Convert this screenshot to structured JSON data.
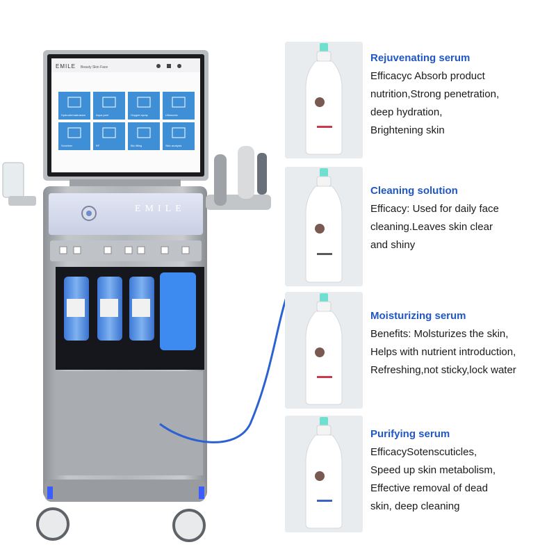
{
  "machine": {
    "screen_brand": "EMILE",
    "screen_subtitle": "Beauty Skin Face",
    "panel_brand": "EMILE",
    "tiles": [
      "Hydrodermabrasion",
      "Aqua peel",
      "Oxygen spray",
      "Ultrasonic",
      "Scrubber",
      "RF",
      "Bio lifting",
      "Skin analysis"
    ]
  },
  "products": [
    {
      "title": "Rejuvenating serum",
      "lines": [
        "Efficacyc Absorb product",
        "nutrition,Strong penetration,",
        "deep hydration,",
        "Brightening skin"
      ],
      "label_color": "#c8394a"
    },
    {
      "title": "Cleaning solution",
      "lines": [
        "Efficacy: Used for daily face",
        "cleaning.Leaves skin clear",
        "and shiny"
      ],
      "label_color": "#5a5a5a"
    },
    {
      "title": "Moisturizing serum",
      "lines": [
        "Benefits: Molsturizes the skin,",
        "Helps with nutrient introduction,",
        "Refreshing,not sticky,lock water"
      ],
      "label_color": "#c8394a"
    },
    {
      "title": "Purifying serum",
      "lines": [
        "EfficacySotenscuticles,",
        "Speed up skin metabolism,",
        "Effective removal of dead",
        "skin, deep cleaning"
      ],
      "label_color": "#3a62c8"
    }
  ],
  "colors": {
    "title_blue": "#1f56c8",
    "screen_tile": "#3f8fd6",
    "machine_body": "#a7abb0",
    "accent_blue_light": "#3b5cff"
  }
}
